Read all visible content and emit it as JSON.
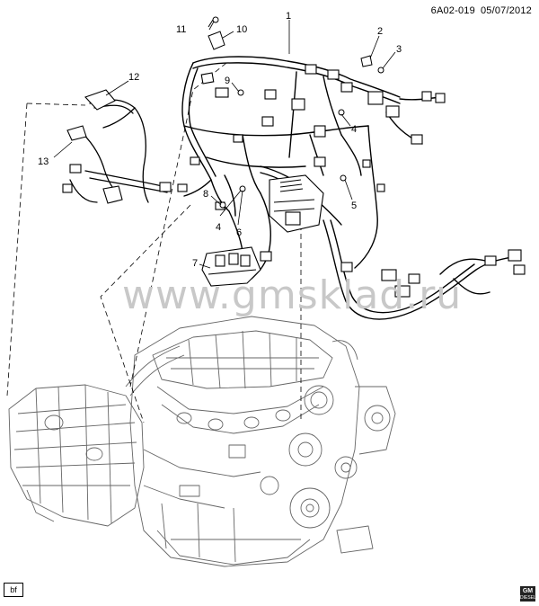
{
  "header": {
    "diagram_id": "6A02-019",
    "date": "05/07/2012"
  },
  "watermark": "www.gmsklad.ru",
  "corner_tag": "bf",
  "brand": {
    "logo": "GM",
    "sub": "DIESEL"
  },
  "callouts": {
    "c1": "1",
    "c2": "2",
    "c3": "3",
    "c4a": "4",
    "c4b": "4",
    "c5": "5",
    "c6": "6",
    "c7": "7",
    "c8": "8",
    "c9": "9",
    "c10": "10",
    "c11": "11",
    "c12": "12",
    "c13": "13"
  }
}
